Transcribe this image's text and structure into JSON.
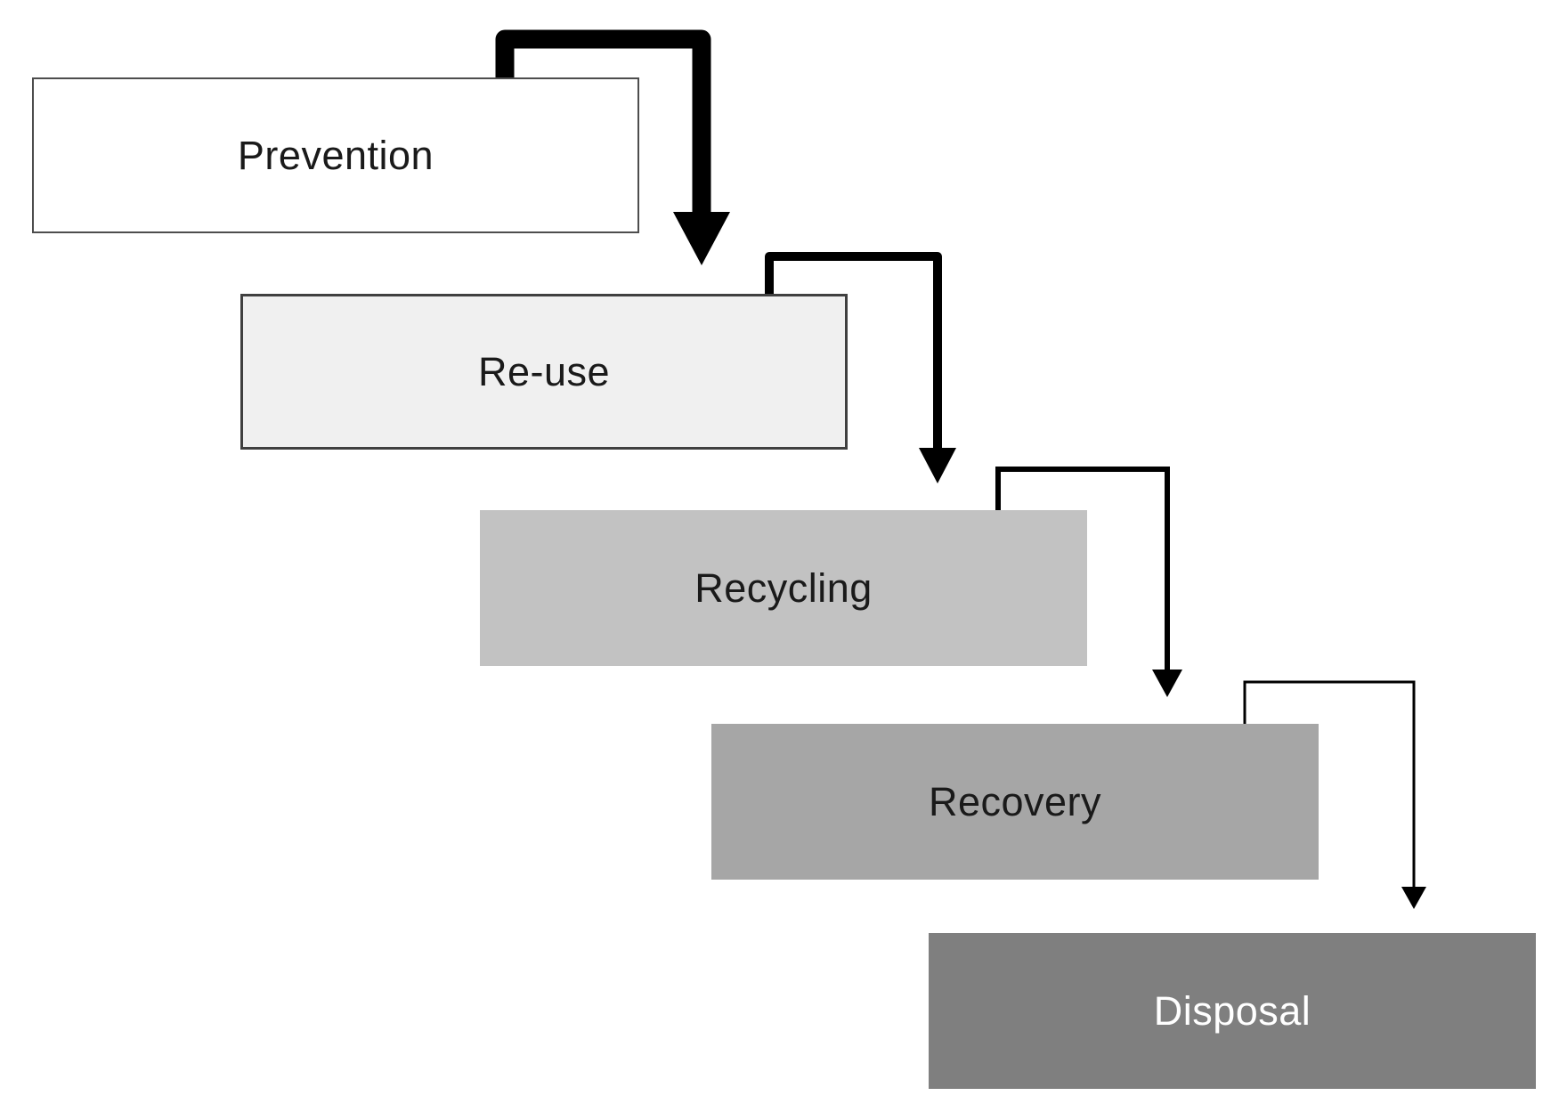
{
  "diagram": {
    "boxes": [
      {
        "id": "prevention",
        "label": "Prevention",
        "fill": "#ffffff",
        "text_color": "#1a1a1a",
        "border_color": "#4d4d4d"
      },
      {
        "id": "reuse",
        "label": "Re-use",
        "fill": "#f0f0f0",
        "text_color": "#1a1a1a",
        "border_color": "#404040"
      },
      {
        "id": "recycling",
        "label": "Recycling",
        "fill": "#c2c2c2",
        "text_color": "#1a1a1a",
        "border_color": "none"
      },
      {
        "id": "recovery",
        "label": "Recovery",
        "fill": "#a6a6a6",
        "text_color": "#1a1a1a",
        "border_color": "none"
      },
      {
        "id": "disposal",
        "label": "Disposal",
        "fill": "#7f7f7f",
        "text_color": "#ffffff",
        "border_color": "none"
      }
    ],
    "arrows": {
      "color": "#000000",
      "connections": [
        {
          "from": "Prevention",
          "to": "Re-use"
        },
        {
          "from": "Re-use",
          "to": "Recycling"
        },
        {
          "from": "Recycling",
          "to": "Recovery"
        },
        {
          "from": "Recovery",
          "to": "Disposal"
        }
      ]
    }
  }
}
